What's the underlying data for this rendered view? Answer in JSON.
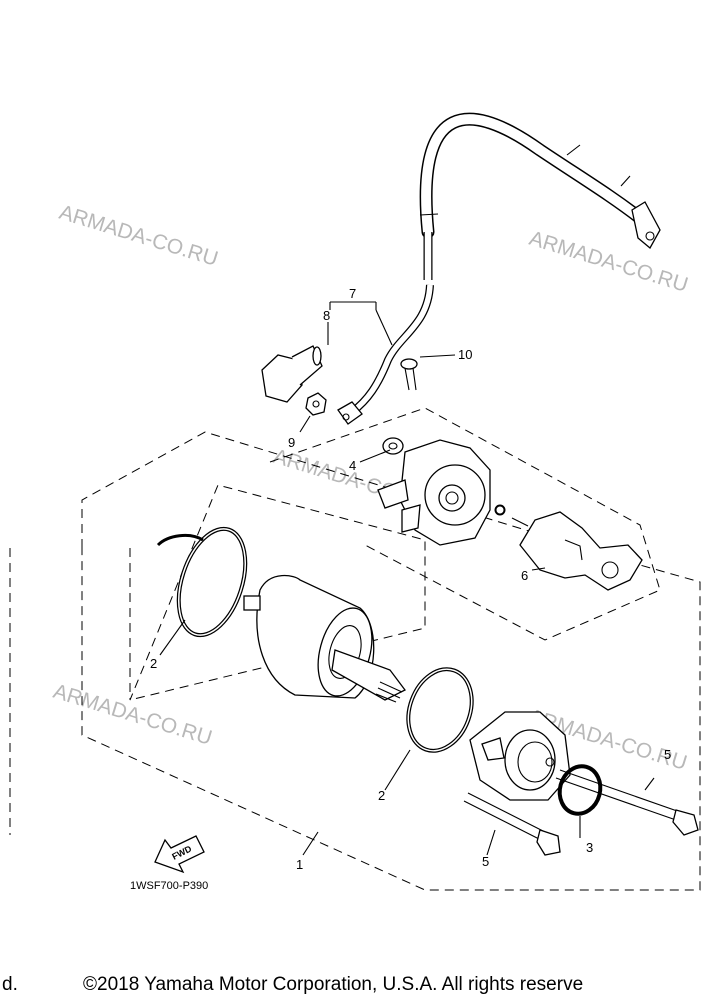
{
  "watermarks": [
    "ARMADA-CO.RU",
    "ARMADA-CO.RU",
    "ARMADA-CO.RU",
    "ARMADA-CO.RU",
    "ARMADA-CO.RU"
  ],
  "callouts": [
    "1",
    "2",
    "2",
    "3",
    "4",
    "5",
    "5",
    "6",
    "7",
    "8",
    "9",
    "10"
  ],
  "fwd_label": "FWD",
  "diagram_code": "1WSF700-P390",
  "footer": {
    "left_fragment": "d.",
    "copyright": "©2018 Yamaha Motor Corporation, U.S.A. All rights reserve"
  }
}
